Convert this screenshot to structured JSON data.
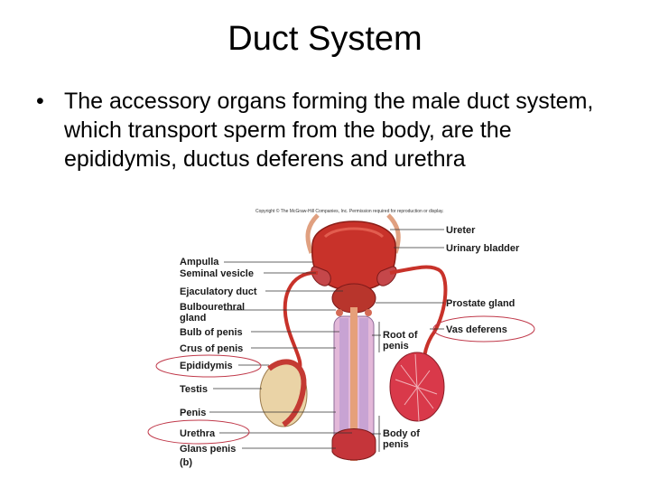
{
  "slide": {
    "title": "Duct System",
    "bullet_symbol": "•",
    "bullet_text": "The accessory organs forming the male duct system, which transport sperm from the body, are the epididymis, ductus deferens and urethra"
  },
  "figure": {
    "copyright": "Copyright © The McGraw-Hill Companies, Inc. Permission required for reproduction or display.",
    "panel_label": "(b)",
    "labels_left": {
      "ampulla": "Ampulla",
      "seminal_vesicle": "Seminal vesicle",
      "ejaculatory_duct": "Ejaculatory duct",
      "bulbourethral_1": "Bulbourethral",
      "bulbourethral_2": "gland",
      "bulb_of_penis": "Bulb of penis",
      "crus_of_penis": "Crus of penis",
      "epididymis": "Epididymis",
      "testis": "Testis",
      "penis": "Penis",
      "urethra": "Urethra",
      "glans_penis": "Glans penis"
    },
    "labels_right": {
      "ureter": "Ureter",
      "urinary_bladder": "Urinary bladder",
      "prostate_gland": "Prostate gland",
      "vas_deferens": "Vas deferens",
      "root_of_penis_1": "Root of",
      "root_of_penis_2": "penis",
      "body_of_penis_1": "Body of",
      "body_of_penis_2": "penis"
    },
    "highlight_color": "#c0394a",
    "organ_red": "#c8322a"
  }
}
